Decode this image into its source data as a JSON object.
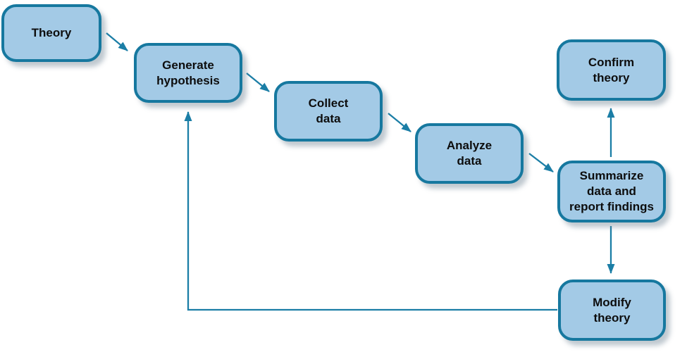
{
  "colors": {
    "background": "#ffffff",
    "node_fill": "#a3cae6",
    "node_border": "#16789f",
    "arrow_color": "#1b7ea6",
    "text_color": "#0d0d0d"
  },
  "nodes": [
    {
      "id": "theory",
      "lines": [
        "Theory"
      ]
    },
    {
      "id": "generate-hypothesis",
      "lines": [
        "Generate",
        "hypothesis"
      ]
    },
    {
      "id": "collect-data",
      "lines": [
        "Collect",
        "data"
      ]
    },
    {
      "id": "analyze-data",
      "lines": [
        "Analyze",
        "data"
      ]
    },
    {
      "id": "summarize-data",
      "lines": [
        "Summarize",
        "data and",
        "report findings"
      ]
    },
    {
      "id": "confirm-theory",
      "lines": [
        "Confirm",
        "theory"
      ]
    },
    {
      "id": "modify-theory",
      "lines": [
        "Modify",
        "theory"
      ]
    }
  ],
  "edges": [
    {
      "from": "theory",
      "to": "generate-hypothesis"
    },
    {
      "from": "generate-hypothesis",
      "to": "collect-data"
    },
    {
      "from": "collect-data",
      "to": "analyze-data"
    },
    {
      "from": "analyze-data",
      "to": "summarize-data"
    },
    {
      "from": "summarize-data",
      "to": "confirm-theory"
    },
    {
      "from": "summarize-data",
      "to": "modify-theory"
    },
    {
      "from": "modify-theory",
      "to": "generate-hypothesis"
    }
  ]
}
